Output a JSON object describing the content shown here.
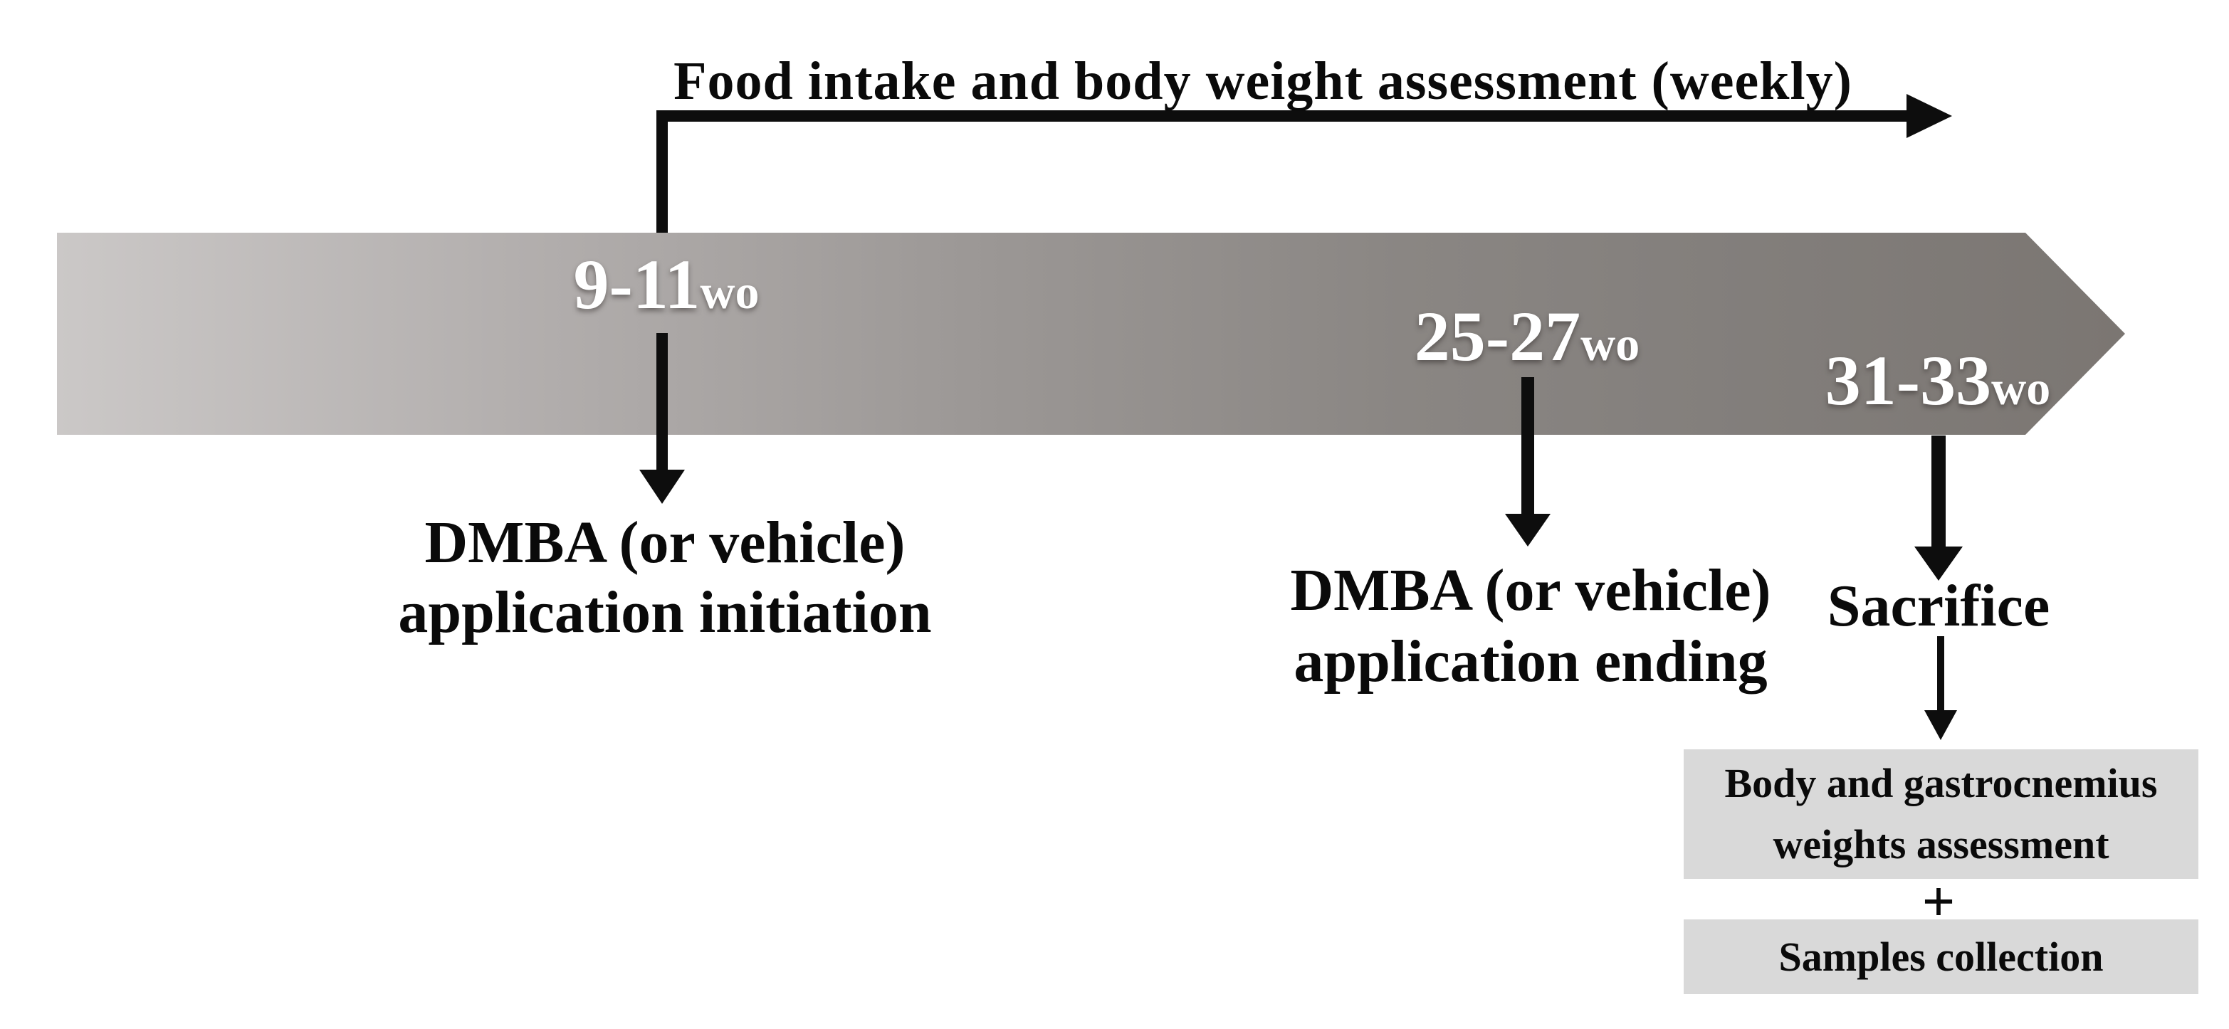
{
  "figure": {
    "assessment_label": "Food intake and body weight assessment (weekly)",
    "milestones": [
      {
        "weeks": "9-11",
        "unit": "wo"
      },
      {
        "weeks": "25-27",
        "unit": "wo"
      },
      {
        "weeks": "31-33",
        "unit": "wo"
      }
    ],
    "events": {
      "initiation": {
        "line1": "DMBA (or vehicle)",
        "line2": "application initiation"
      },
      "ending": {
        "line1": "DMBA (or vehicle)",
        "line2": "application ending"
      },
      "sacrifice": "Sacrifice"
    },
    "outcomes": {
      "box1_line1": "Body and gastrocnemius",
      "box1_line2": "weights assessment",
      "plus": "+",
      "box2": "Samples collection"
    },
    "colors": {
      "band_gradient_start": "#cbc8c7",
      "band_gradient_end": "#7b7672",
      "band_label_text": "#ffffff",
      "outcome_box_fill": "#d9d9d9",
      "arrow_and_text": "#0d0d0d",
      "background": "#ffffff"
    }
  }
}
